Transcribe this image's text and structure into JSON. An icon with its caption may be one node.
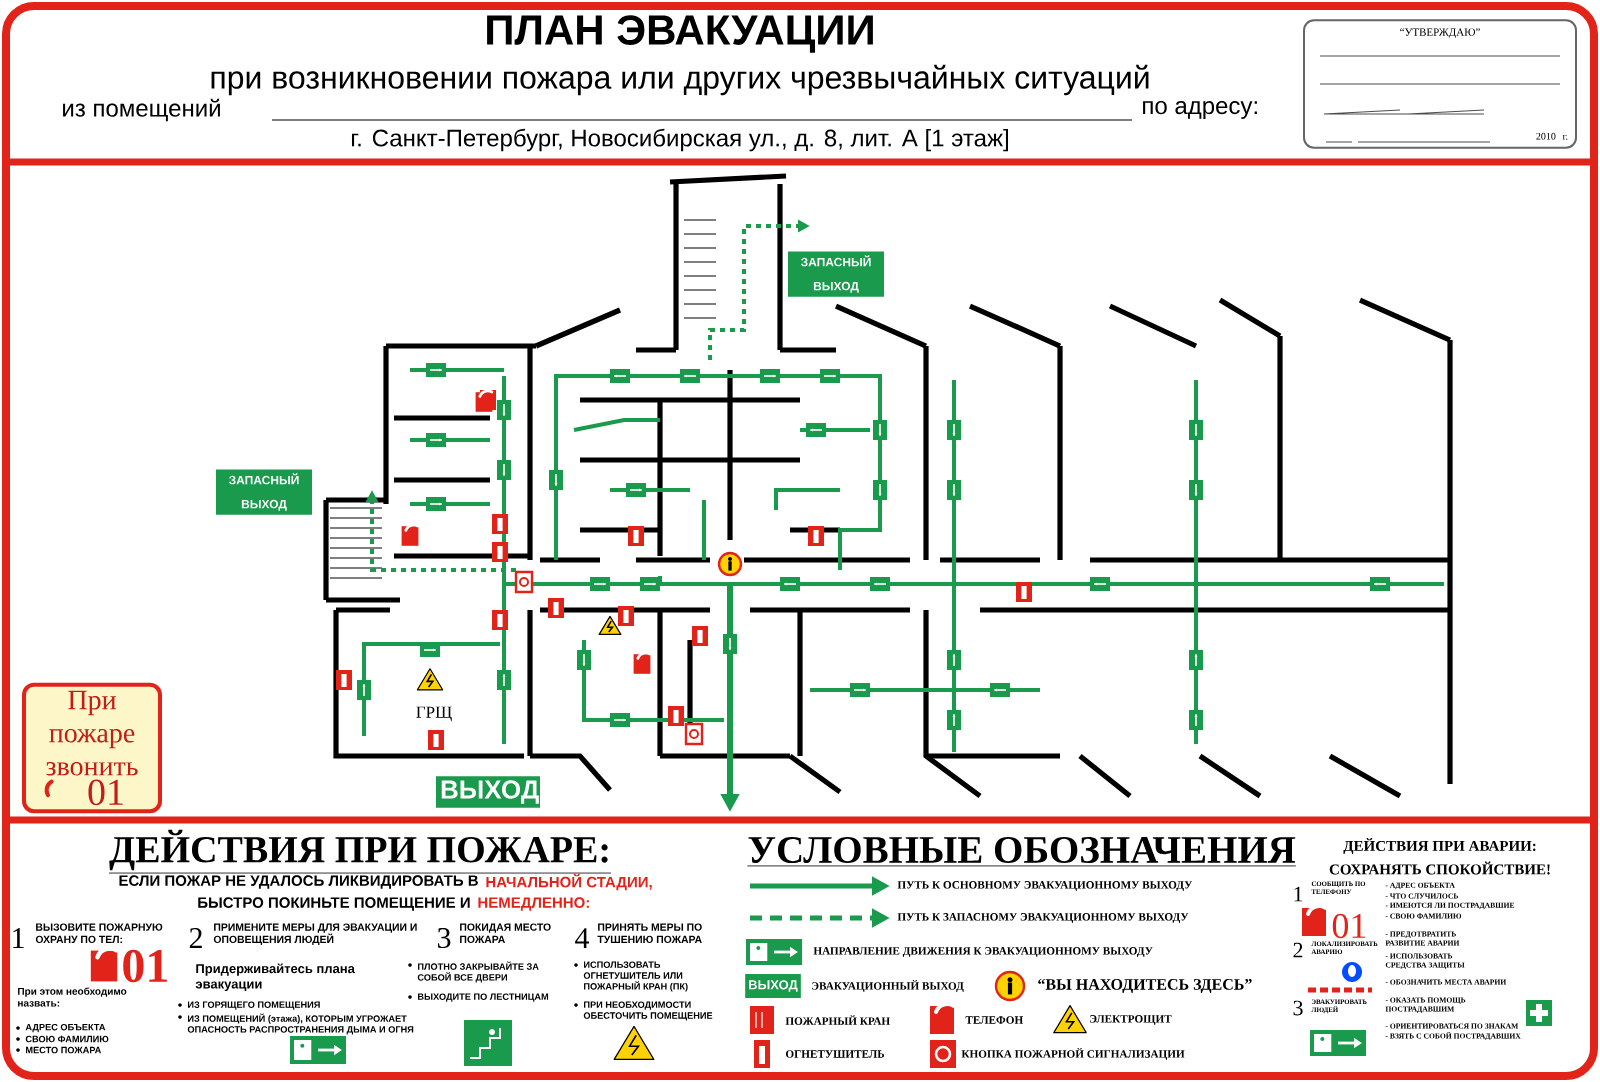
{
  "diagram": {
    "title": "ПЛАН ЭВАКУАЦИИ",
    "nodes": [
      {
        "text": [
          "“УТВЕРЖДАЮ”",
          "2010 г."
        ]
      },
      {
        "text": [
          "ЗАПАСНЫЙ ВЫХОД"
        ]
      },
      {
        "text": [
          "ЗАПАСНЫЙ ВЫХОД"
        ]
      },
      {
        "text": [
          "ВЫХОД"
        ]
      },
      {
        "text": [
          "При пожаре звонить",
          "01"
        ]
      }
    ],
    "labels": [
      "при возникновении пожара или других чрезвычайных ситуаций",
      "из помещений",
      "по адресу:",
      "г. Санкт-Петербург, Новосибирская ул., д. 8, лит. А [1 этаж]",
      "ГРЩ",
      "ДЕЙСТВИЯ ПРИ ПОЖАРЕ:",
      "ЕСЛИ ПОЖАР НЕ УДАЛОСЬ ЛИКВИДИРОВАТЬ В",
      "НАЧАЛЬНОЙ СТАДИИ,",
      "БЫСТРО ПОКИНЬТЕ ПОМЕЩЕНИЕ И",
      "НЕМЕДЛЕННО:",
      "1",
      "ВЫЗОВИТЕ ПОЖАРНУЮ ОХРАНУ ПО ТЕЛ:",
      "2",
      "ПРИМЕНИТЕ МЕРЫ ДЛЯ ЭВАКУАЦИИ И ОПОВЕЩЕНИЯ ЛЮДЕЙ",
      "3",
      "ПОКИДАЯ МЕСТО ПОЖАРА",
      "4",
      "ПРИНЯТЬ МЕРЫ ПО ТУШЕНИЮ ПОЖАРА",
      "01",
      "Придерживайтесь плана эвакуации",
      "ПЛОТНО ЗАКРЫВАЙТЕ ЗА СОБОЙ ВСЕ ДВЕРИ",
      "ИСПОЛЬЗОВАТЬ ОГНЕТУШИТЕЛЬ ИЛИ ПОЖАРНЫЙ КРАН (ПК)",
      "При этом необходимо назвать:",
      "ИЗ ГОРЯЩЕГО ПОМЕЩЕНИЯ",
      "ВЫХОДИТЕ ПО ЛЕСТНИЦАМ",
      "ПРИ НЕОБХОДИМОСТИ ОБЕСТОЧИТЬ ПОМЕЩЕНИЕ",
      "ИЗ ПОМЕЩЕНИЙ (этажа), КОТОРЫМ УГРОЖАЕТ ОПАСНОСТЬ РАСПРОСТРАНЕНИЯ ДЫМА И ОГНЯ",
      "АДРЕС ОБЪЕКТА",
      "СВОЮ ФАМИЛИЮ",
      "МЕСТО ПОЖАРА",
      "УСЛОВНЫЕ ОБОЗНАЧЕНИЯ",
      "ВЫХОД",
      "ДЕЙСТВИЯ ПРИ АВАРИИ:",
      "СОХРАНЯТЬ СПОКОЙСТВИЕ!",
      "1",
      "СООБЩИТЬ ПО ТЕЛЕФОНУ",
      "- АДРЕС ОБЪЕКТА",
      "- ЧТО СЛУЧИЛОСЬ",
      "- ИМЕЮТСЯ ЛИ ПОСТРАДАВШИЕ",
      "- СВОЮ ФАМИЛИЮ",
      "01",
      "2",
      "ЛОКАЛИЗИРОВАТЬ АВАРИЮ",
      "- ПРЕДОТВРАТИТЬ РАЗВИТИЕ АВАРИИ",
      "- ИСПОЛЬЗОВАТЬ СРЕДСТВА ЗАЩИТЫ",
      "- ОБОЗНАЧИТЬ МЕСТА АВАРИИ",
      "3",
      "ЭВАКУИРОВАТЬ ЛЮДЕЙ",
      "- ОКАЗАТЬ ПОМОЩЬ ПОСТРАДАВШИМ",
      "- ОРИЕНТИРОВАТЬСЯ ПО ЗНАКАМ",
      "- ВЗЯТЬ С СОБОЙ ПОСТРАДАВШИХ"
    ],
    "legend": [
      {
        "text": "ПУТЬ К ОСНОВНОМУ ЭВАКУАЦИОННОМУ ВЫХОДУ"
      },
      {
        "text": "ПУТЬ К ЗАПАСНОМУ ЭВАКУАЦИОННОМУ ВЫХОДУ"
      },
      {
        "text": "НАПРАВЛЕНИЕ ДВИЖЕНИЯ К ЭВАКУАЦИОННОМУ ВЫХОДУ"
      },
      {
        "text": "ЭВАКУАЦИОННЫЙ ВЫХОД"
      },
      {
        "text": "“ВЫ НАХОДИТЕСЬ ЗДЕСЬ”"
      },
      {
        "text": "ПОЖАРНЫЙ КРАН"
      },
      {
        "text": "ТЕЛЕФОН"
      },
      {
        "text": "ЭЛЕКТРОЩИТ"
      },
      {
        "text": "ОГНЕТУШИТЕЛЬ"
      },
      {
        "text": "КНОПКА ПОЖАРНОЙ СИГНАЛИЗАЦИИ"
      }
    ]
  }
}
